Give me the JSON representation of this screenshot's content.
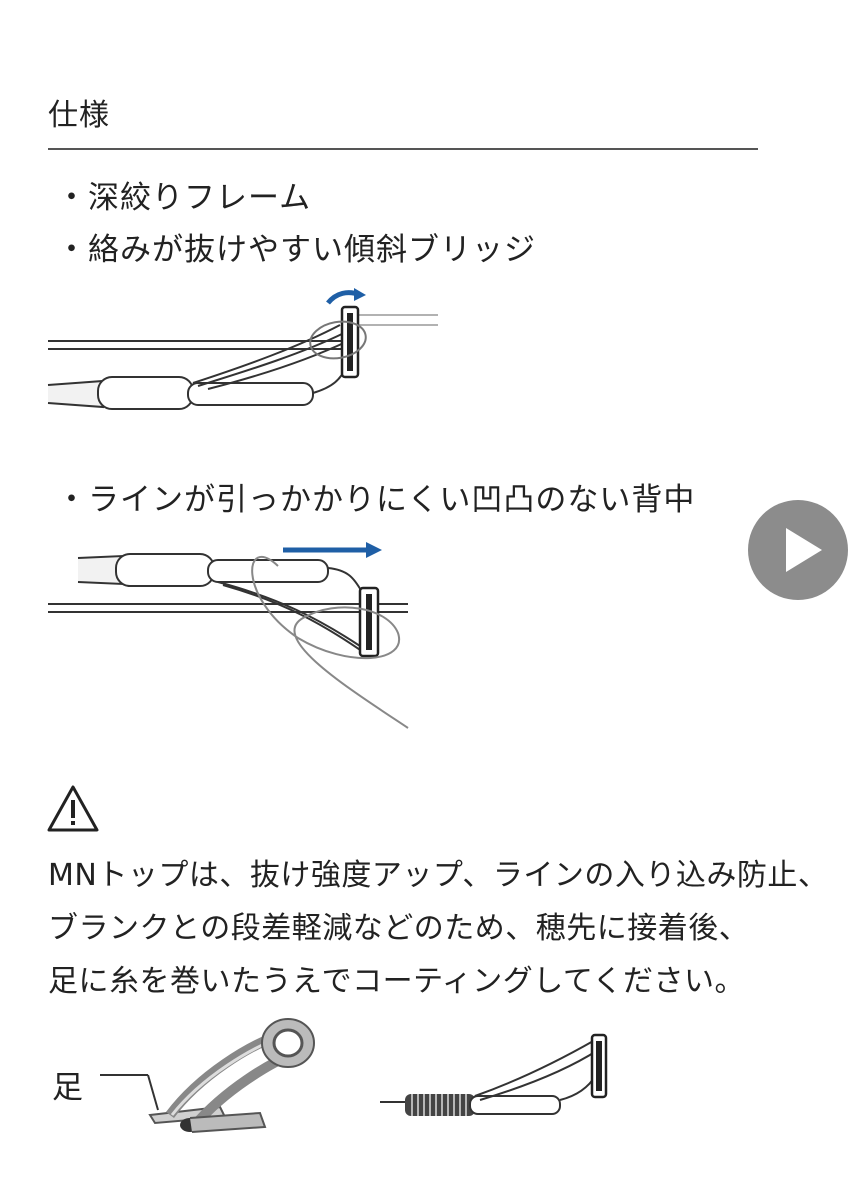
{
  "heading": "仕様",
  "bullets": [
    "・深絞りフレーム",
    "・絡みが抜けやすい傾斜ブリッジ",
    "・ラインが引っかかりにくい凹凸のない背中"
  ],
  "note_lines": [
    "MNトップは、抜け強度アップ、ラインの入り込み防止、",
    "ブランクとの段差軽減などのため、穂先に接着後、",
    "足に糸を巻いたうえでコーティングしてください。"
  ],
  "foot_label": "足",
  "icons": {
    "warning": "warning-triangle-icon",
    "play": "play-icon"
  },
  "colors": {
    "arrow": "#1f5fa6",
    "text": "#222222",
    "play_button": "#8c8c8c"
  }
}
